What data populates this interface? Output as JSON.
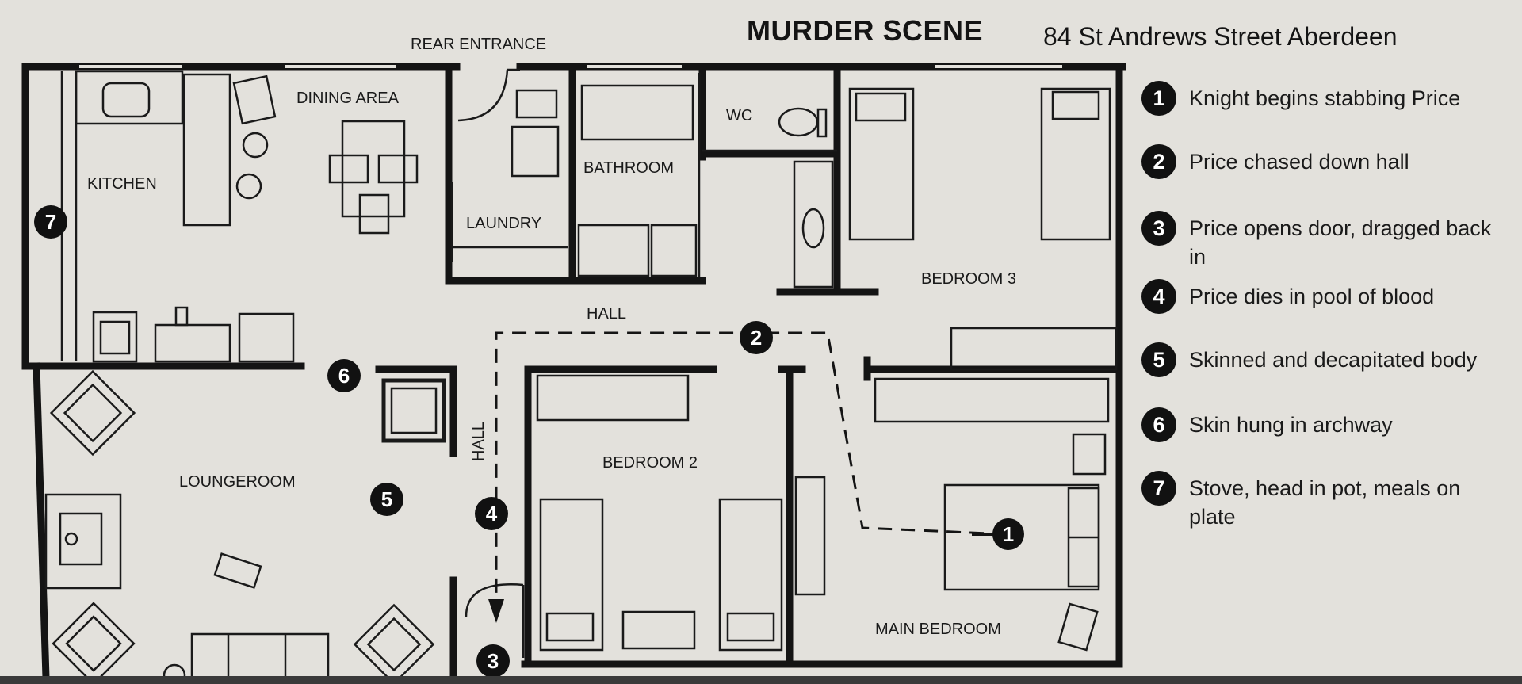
{
  "title": {
    "main": "MURDER SCENE",
    "address": "84 St Andrews Street Aberdeen"
  },
  "rooms": {
    "rear_entrance": "REAR ENTRANCE",
    "dining_area": "DINING AREA",
    "kitchen": "KITCHEN",
    "laundry": "LAUNDRY",
    "bathroom": "BATHROOM",
    "wc": "WC",
    "bedroom_3": "BEDROOM 3",
    "hall_main": "HALL",
    "hall_vertical": "HALL",
    "loungeroom": "LOUNGEROOM",
    "bedroom_2": "BEDROOM 2",
    "main_bedroom": "MAIN BEDROOM"
  },
  "markers": {
    "m1": "1",
    "m2": "2",
    "m3": "3",
    "m4": "4",
    "m5": "5",
    "m6": "6",
    "m7": "7"
  },
  "legend": [
    {
      "num": "1",
      "text": "Knight begins stabbing Price"
    },
    {
      "num": "2",
      "text": "Price chased down hall"
    },
    {
      "num": "3",
      "text": "Price opens door, dragged back in"
    },
    {
      "num": "4",
      "text": "Price dies in pool of blood"
    },
    {
      "num": "5",
      "text": "Skinned and decapitated body"
    },
    {
      "num": "6",
      "text": "Skin hung in  archway"
    },
    {
      "num": "7",
      "text": "Stove, head in pot, meals on plate"
    }
  ],
  "colors": {
    "background": "#e3e1dc",
    "ink": "#141414",
    "marker_fill": "#111111"
  }
}
